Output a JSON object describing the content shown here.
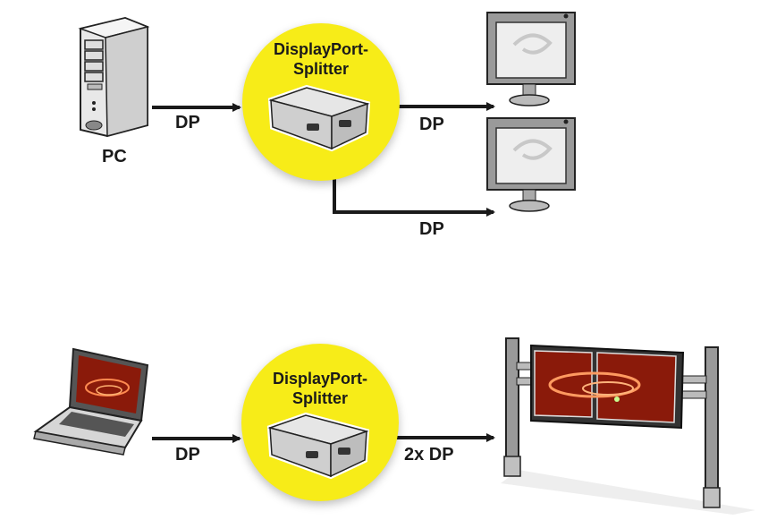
{
  "diagram": {
    "top": {
      "source_label": "PC",
      "link_in_label": "DP",
      "splitter_title_line1": "DisplayPort-",
      "splitter_title_line2": "Splitter",
      "link_out_1_label": "DP",
      "link_out_2_label": "DP"
    },
    "bottom": {
      "link_in_label": "DP",
      "splitter_title_line1": "DisplayPort-",
      "splitter_title_line2": "Splitter",
      "link_out_label": "2x DP"
    },
    "colors": {
      "splitter_circle": "#f7ec18",
      "arrow": "#1a1a1a",
      "screen_red": "#8a1a0a"
    }
  }
}
